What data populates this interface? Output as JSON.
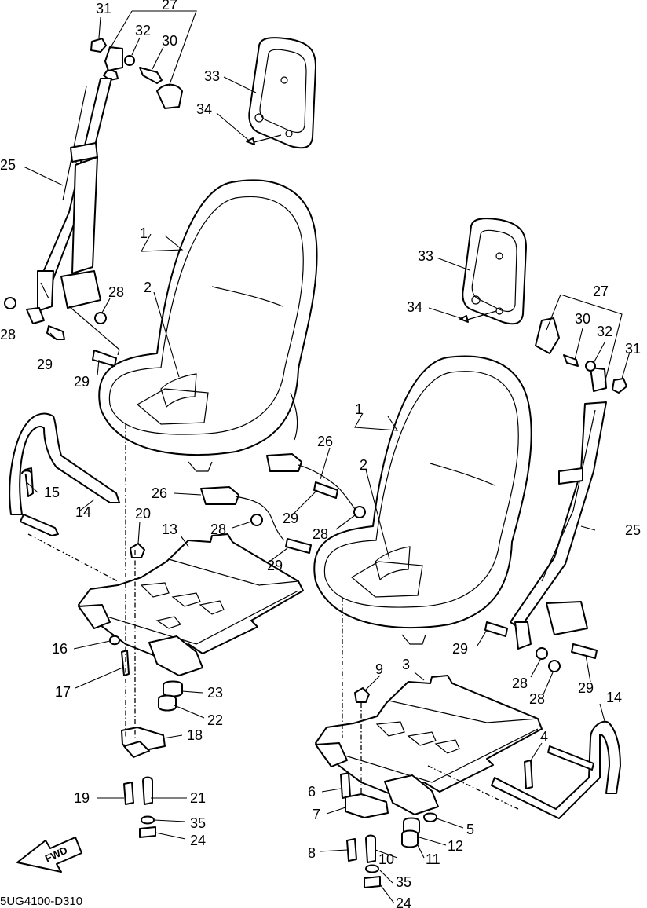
{
  "diagram_code": "5UG4100-D310",
  "fwd_label": "FWD",
  "callouts": {
    "c31a": "31",
    "c27a": "27",
    "c32a": "32",
    "c30a": "30",
    "c33a": "33",
    "c34a": "34",
    "c25a": "25",
    "c28a": "28",
    "c28b": "28",
    "c29a": "29",
    "c29b": "29",
    "c1a": "1",
    "c2a": "2",
    "c33b": "33",
    "c34b": "34",
    "c27b": "27",
    "c30b": "30",
    "c32b": "32",
    "c31b": "31",
    "c1b": "1",
    "c2b": "2",
    "c26a": "26",
    "c26b": "26",
    "c15": "15",
    "c14a": "14",
    "c20": "20",
    "c13": "13",
    "c28c": "28",
    "c29c": "29",
    "c29d": "29",
    "c28d": "28",
    "c25b": "25",
    "c29e": "29",
    "c28e": "28",
    "c28f": "28",
    "c29f": "29",
    "c16": "16",
    "c17": "17",
    "c23": "23",
    "c22": "22",
    "c18": "18",
    "c19": "19",
    "c21": "21",
    "c35a": "35",
    "c24a": "24",
    "c9": "9",
    "c3": "3",
    "c14b": "14",
    "c4": "4",
    "c6": "6",
    "c7": "7",
    "c5": "5",
    "c12": "12",
    "c8": "8",
    "c10": "10",
    "c11": "11",
    "c35b": "35",
    "c24b": "24"
  }
}
